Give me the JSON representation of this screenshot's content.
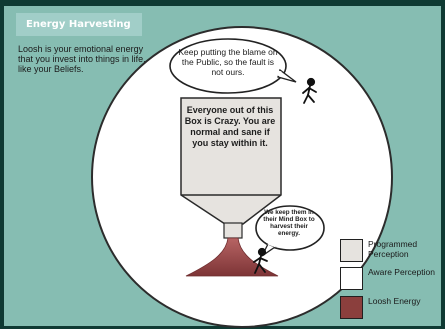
{
  "title": "Energy Harvesting",
  "intro": "Loosh is your emotional energy that you invest into things in life, like your Beliefs.",
  "box_text": "Everyone out of this Box is Crazy. You are normal and sane if you stay within it.",
  "bubble1": "Keep putting the blame on the Public, so the fault is not ours.",
  "bubble2": "We keep them in their Mind Box to harvest their energy.",
  "legend": [
    {
      "label": "Programmed Perception",
      "color": "#e6e3df"
    },
    {
      "label": "Aware Perception",
      "color": "#ffffff"
    },
    {
      "label": "Loosh Energy",
      "color": "#8b3f3d"
    }
  ],
  "colors": {
    "frame": "#0f3a33",
    "background": "#86bdb2",
    "title_bar": "#a1cec8",
    "loosh": "#8b3f3d",
    "box": "#e6e3df"
  }
}
